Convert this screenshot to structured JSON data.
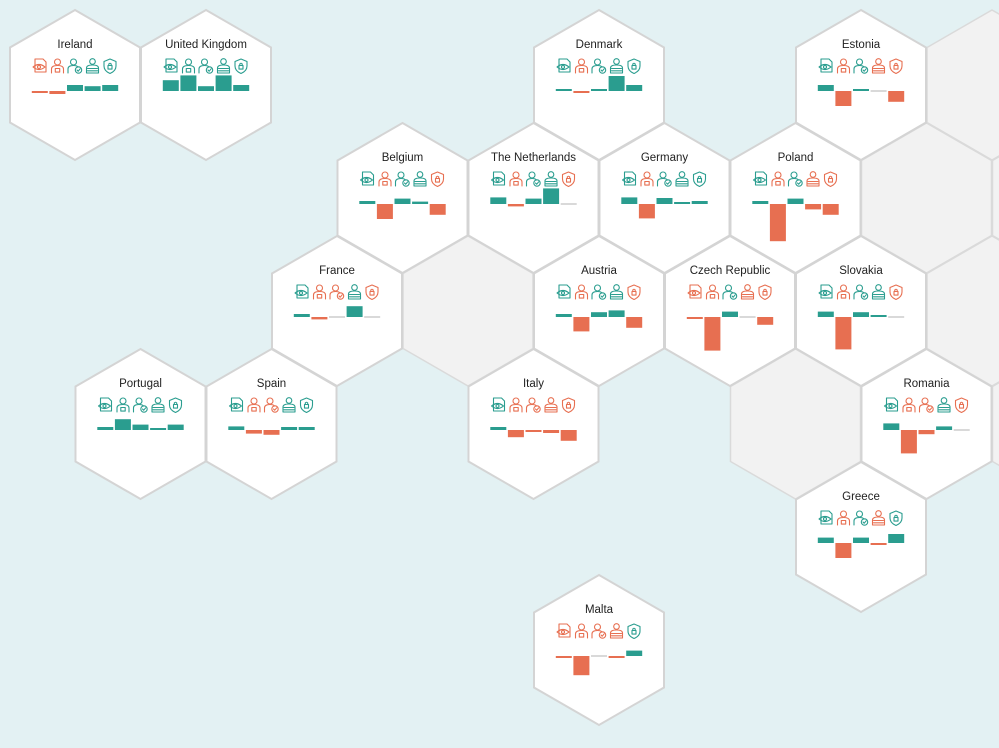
{
  "colors": {
    "positive": "#2a9d8f",
    "negative": "#e76f51",
    "neutral": "#d9d9d9",
    "background": "#e3f1f3"
  },
  "icons": [
    "document-eye-icon",
    "person-lock-icon",
    "person-check-icon",
    "person-badge-icon",
    "shield-lock-icon"
  ],
  "chart_data": {
    "type": "hexbin-map-bar",
    "title": "",
    "countries": [
      {
        "name": "Ireland",
        "col": 0,
        "row": 0,
        "values": [
          -0.2,
          -0.5,
          1.0,
          0.8,
          1.0
        ],
        "icon_signs": [
          -1,
          -1,
          1,
          1,
          1
        ]
      },
      {
        "name": "United Kingdom",
        "col": 1,
        "row": 0,
        "values": [
          1.8,
          2.6,
          0.8,
          2.6,
          1.0
        ],
        "icon_signs": [
          1,
          1,
          1,
          1,
          1
        ]
      },
      {
        "name": "Denmark",
        "col": 4,
        "row": 0,
        "values": [
          0.1,
          -0.2,
          0.3,
          2.5,
          1.0
        ],
        "icon_signs": [
          1,
          -1,
          1,
          1,
          1
        ]
      },
      {
        "name": "Estonia",
        "col": 6,
        "row": 0,
        "values": [
          1.0,
          -2.5,
          0.3,
          0,
          -1.8
        ],
        "icon_signs": [
          1,
          -1,
          1,
          -1,
          -1
        ]
      },
      {
        "name": "Belgium",
        "col": 2.5,
        "row": 1,
        "values": [
          0.5,
          -2.5,
          0.9,
          0.4,
          -1.8
        ],
        "icon_signs": [
          1,
          -1,
          1,
          1,
          -1
        ]
      },
      {
        "name": "The Netherlands",
        "col": 3.5,
        "row": 1,
        "values": [
          1.1,
          -0.4,
          0.9,
          2.6,
          0
        ],
        "icon_signs": [
          1,
          -1,
          1,
          1,
          -1
        ]
      },
      {
        "name": "Germany",
        "col": 4.5,
        "row": 1,
        "values": [
          1.1,
          -2.4,
          1.0,
          0.2,
          0.5
        ],
        "icon_signs": [
          1,
          -1,
          1,
          1,
          1
        ]
      },
      {
        "name": "Poland",
        "col": 5.5,
        "row": 1,
        "values": [
          0.5,
          -6.2,
          0.9,
          -0.9,
          -1.8
        ],
        "icon_signs": [
          1,
          -1,
          1,
          -1,
          -1
        ]
      },
      {
        "name": "France",
        "col": 2,
        "row": 2,
        "values": [
          0.5,
          -0.4,
          0,
          1.8,
          0
        ],
        "icon_signs": [
          1,
          -1,
          -1,
          1,
          -1
        ]
      },
      {
        "name": "Austria",
        "col": 4,
        "row": 2,
        "values": [
          0.5,
          -2.4,
          0.8,
          1.1,
          -1.8
        ],
        "icon_signs": [
          1,
          -1,
          1,
          1,
          -1
        ]
      },
      {
        "name": "Czech Republic",
        "col": 5,
        "row": 2,
        "values": [
          -0.2,
          -5.6,
          0.9,
          0,
          -1.3
        ],
        "icon_signs": [
          -1,
          -1,
          1,
          -1,
          -1
        ]
      },
      {
        "name": "Slovakia",
        "col": 6,
        "row": 2,
        "values": [
          0.9,
          -5.4,
          0.8,
          0.3,
          0
        ],
        "icon_signs": [
          1,
          -1,
          1,
          1,
          -1
        ]
      },
      {
        "name": "Portugal",
        "col": 0.5,
        "row": 3,
        "values": [
          0.5,
          1.8,
          0.9,
          0.3,
          0.9
        ],
        "icon_signs": [
          1,
          1,
          1,
          1,
          1
        ]
      },
      {
        "name": "Spain",
        "col": 1.5,
        "row": 3,
        "values": [
          0.6,
          -0.6,
          -0.8,
          0.5,
          0.5
        ],
        "icon_signs": [
          1,
          -1,
          -1,
          1,
          1
        ]
      },
      {
        "name": "Italy",
        "col": 3.5,
        "row": 3,
        "values": [
          0.5,
          -1.2,
          -0.2,
          -0.5,
          -1.8
        ],
        "icon_signs": [
          1,
          -1,
          -1,
          -1,
          -1
        ]
      },
      {
        "name": "Romania",
        "col": 6.5,
        "row": 3,
        "values": [
          1.1,
          -3.9,
          -0.7,
          0.6,
          0
        ],
        "icon_signs": [
          1,
          -1,
          -1,
          1,
          -1
        ]
      },
      {
        "name": "Greece",
        "col": 6,
        "row": 4,
        "values": [
          0.9,
          -2.5,
          0.9,
          -0.3,
          1.5
        ],
        "icon_signs": [
          1,
          -1,
          1,
          -1,
          1
        ]
      },
      {
        "name": "Malta",
        "col": 4,
        "row": 5,
        "values": [
          -0.2,
          -3.2,
          0,
          -0.3,
          0.9
        ],
        "icon_signs": [
          -1,
          -1,
          -1,
          -1,
          1
        ]
      }
    ],
    "blank_hexes": [
      {
        "col": 7,
        "row": 0
      },
      {
        "col": 6.5,
        "row": 1
      },
      {
        "col": 3,
        "row": 2
      },
      {
        "col": 7,
        "row": 2
      },
      {
        "col": 5.5,
        "row": 3
      },
      {
        "col": 7.5,
        "row": 1
      },
      {
        "col": 7.5,
        "row": 3
      }
    ]
  }
}
